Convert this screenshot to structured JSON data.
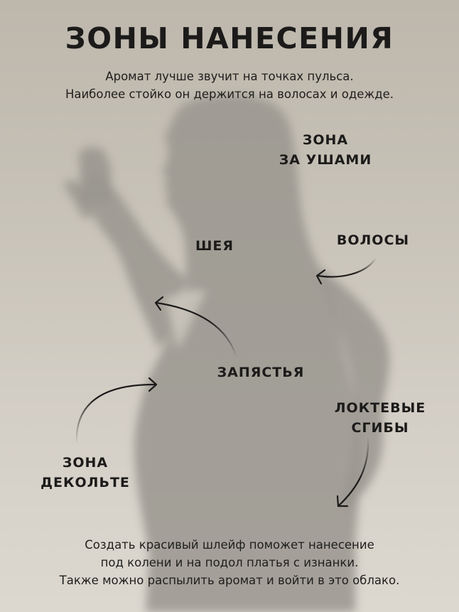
{
  "header": {
    "title": "ЗОНЫ НАНЕСЕНИЯ",
    "subtitle_lines": [
      "Аромат лучше звучит на точках пульса.",
      "Наиболее стойко он держится на волосах и одежде."
    ]
  },
  "zones": {
    "behind_ears": [
      "ЗОНА",
      "ЗА УШАМИ"
    ],
    "hair": "ВОЛОСЫ",
    "neck": "ШЕЯ",
    "wrists": "ЗАПЯСТЬЯ",
    "elbows": [
      "ЛОКТЕВЫЕ",
      "СГИБЫ"
    ],
    "decollete": [
      "ЗОНА",
      "ДЕКОЛЬТЕ"
    ]
  },
  "footer": {
    "lines": [
      "Создать красивый шлейф поможет нанесение",
      "под колени и на подол платья с изнанки.",
      "Также можно распылить аромат и войти в это облако."
    ]
  },
  "colors": {
    "background_top": "#bdb7ac",
    "background_bottom": "#dcd8d0",
    "silhouette": "#9a968f",
    "text": "#1c1b1a"
  },
  "icons": {
    "arrow_hair": "curved-arrow-left-icon",
    "arrow_wrists": "curved-arrow-up-left-icon",
    "arrow_decollete": "curved-arrow-right-icon",
    "arrow_elbows": "curved-arrow-down-left-icon"
  }
}
